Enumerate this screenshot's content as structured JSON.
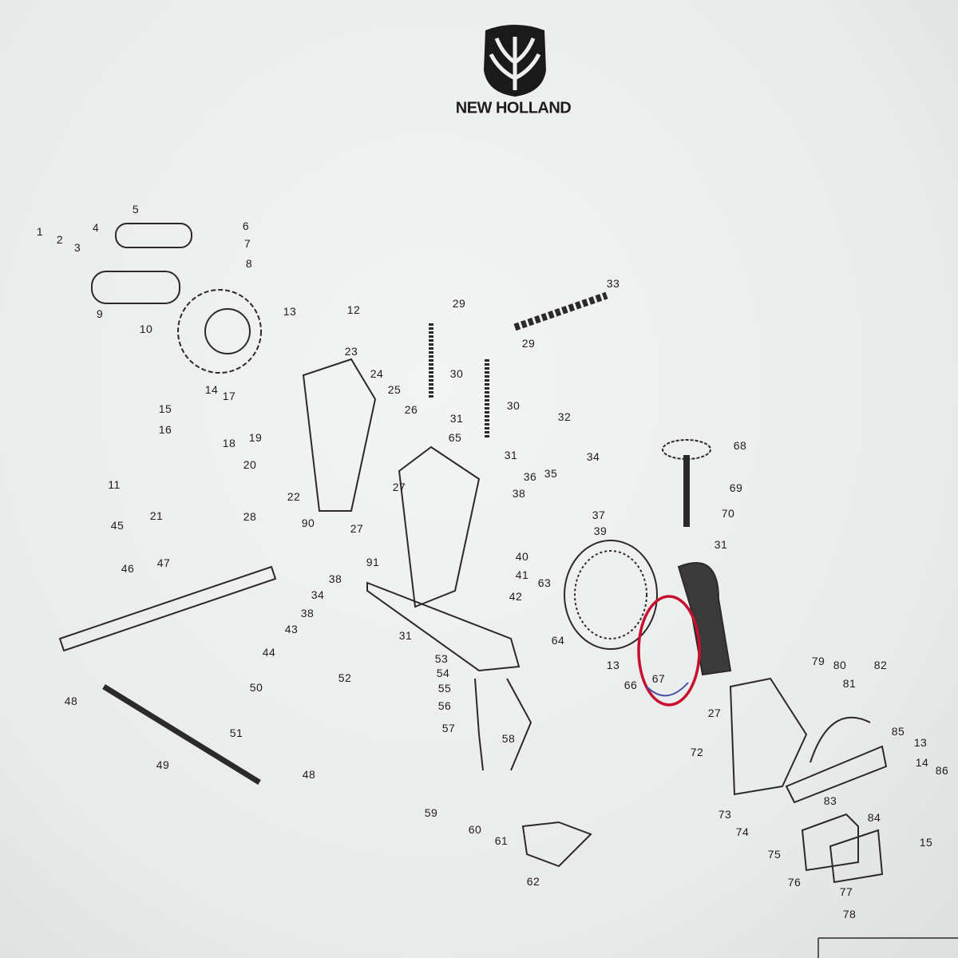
{
  "brand": {
    "name": "NEW HOLLAND",
    "logo_icon": "new-holland-leaf-logo"
  },
  "highlight": {
    "part": "67",
    "color": "#c8102e"
  },
  "parts": [
    "1",
    "2",
    "3",
    "4",
    "5",
    "6",
    "7",
    "8",
    "9",
    "10",
    "13",
    "12",
    "14",
    "23",
    "24",
    "25",
    "26",
    "17",
    "15",
    "16",
    "18",
    "19",
    "20",
    "11",
    "21",
    "28",
    "22",
    "90",
    "27",
    "45",
    "46",
    "47",
    "29",
    "29",
    "33",
    "30",
    "30",
    "31",
    "65",
    "31",
    "32",
    "34",
    "35",
    "36",
    "38",
    "37",
    "39",
    "27",
    "40",
    "41",
    "42",
    "63",
    "91",
    "38",
    "34",
    "38",
    "43",
    "31",
    "44",
    "53",
    "54",
    "55",
    "56",
    "52",
    "50",
    "48",
    "51",
    "49",
    "48",
    "57",
    "58",
    "59",
    "60",
    "61",
    "62",
    "64",
    "13",
    "66",
    "67",
    "68",
    "69",
    "70",
    "31",
    "27",
    "72",
    "79",
    "80",
    "81",
    "82",
    "85",
    "13",
    "14",
    "86",
    "73",
    "74",
    "83",
    "84",
    "75",
    "76",
    "15",
    "77",
    "78"
  ]
}
